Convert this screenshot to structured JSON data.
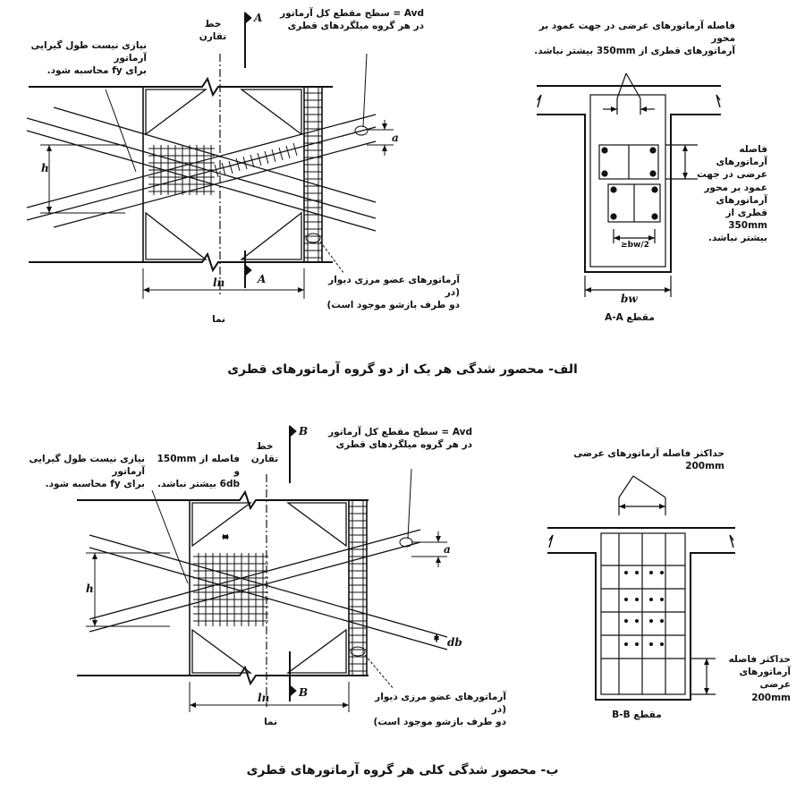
{
  "panel_a": {
    "note_axis": "خط\nتقارن",
    "note_avd": "Avd = سطح مقطع کل آرماتور\nدر هر گروه میلگردهای قطری",
    "note_dev": "نیازی نیست طول گیرایی آرماتور\nبرای fy محاسبه شود.",
    "label_h": "h",
    "label_a": "a",
    "label_ln": "ln",
    "label_A_top": "A",
    "label_A_bot": "A",
    "note_boundary": "آرماتورهای عضو مرزی دیوار (در\nدو طرف بازشو موجود است)",
    "label_elev": "نما",
    "sec_spacing_top": "فاصله آرماتورهای عرضی در جهت عمود بر محور\nآرماتورهای قطری از 350mm بیشتر نباشد.",
    "sec_spacing_side": "فاصله آرماتورهای\nعرضی در جهت\nعمود بر محور\nآرماتورهای\nقطری از 350mm\nبیشتر نباشد.",
    "sec_bw2": "≥bw/2",
    "sec_bw": "bw",
    "sec_title": "مقطع A-A",
    "caption": "الف- محصور شدگی هر یک از دو گروه آرماتورهای قطری"
  },
  "panel_b": {
    "note_axis": "خط\nتقارن",
    "note_avd": "Avd = سطح مقطع کل آرماتور\nدر هر گروه میلگردهای قطری",
    "note_dev": "نیازی نیست طول گیرایی آرماتور\nبرای fy محاسبه شود.",
    "note_spacing": "فاصله از 150mm و\n6db بیشتر نباشد.",
    "label_h": "h",
    "label_a": "a",
    "label_db": "db",
    "label_ln": "ln",
    "label_B_top": "B",
    "label_B_bot": "B",
    "note_boundary": "آرماتورهای عضو مرزی دیوار (در\nدو طرف بازشو موجود است)",
    "label_elev": "نما",
    "sec_spacing_top": "حداکثر فاصله آرماتورهای عرضی 200mm",
    "sec_spacing_side": "حداکثر فاصله\nآرماتورهای\nعرضی 200mm",
    "sec_title": "مقطع B-B",
    "caption": "ب- محصور شدگی کلی هر گروه آرماتورهای قطری"
  }
}
